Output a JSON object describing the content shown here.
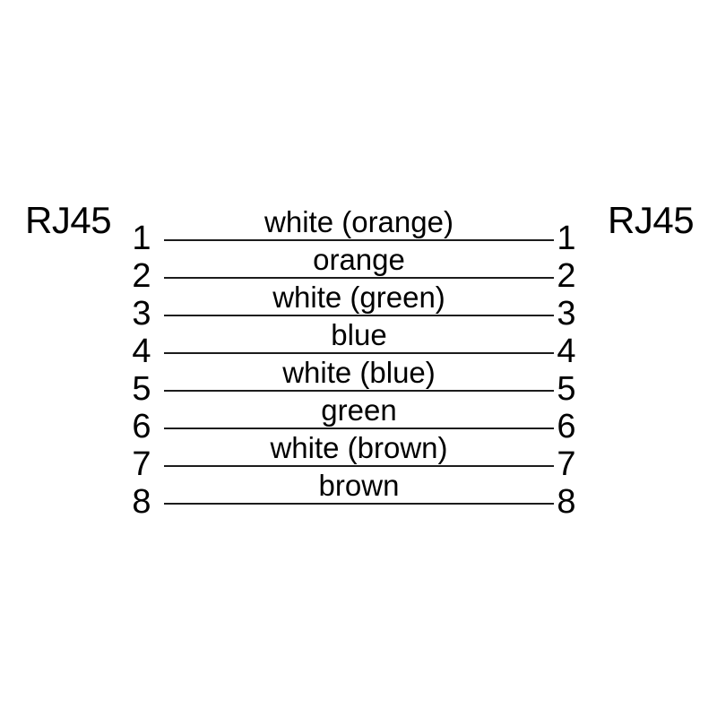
{
  "diagram": {
    "left_connector_label": "RJ45",
    "right_connector_label": "RJ45",
    "wires": [
      {
        "left_pin": "1",
        "right_pin": "1",
        "color_label": "white (orange)"
      },
      {
        "left_pin": "2",
        "right_pin": "2",
        "color_label": "orange"
      },
      {
        "left_pin": "3",
        "right_pin": "3",
        "color_label": "white (green)"
      },
      {
        "left_pin": "4",
        "right_pin": "4",
        "color_label": "blue"
      },
      {
        "left_pin": "5",
        "right_pin": "5",
        "color_label": "white (blue)"
      },
      {
        "left_pin": "6",
        "right_pin": "6",
        "color_label": "green"
      },
      {
        "left_pin": "7",
        "right_pin": "7",
        "color_label": "white (brown)"
      },
      {
        "left_pin": "8",
        "right_pin": "8",
        "color_label": "brown"
      }
    ],
    "colors": {
      "background": "#ffffff",
      "text": "#000000",
      "wire_line": "#1c1c1c"
    }
  }
}
